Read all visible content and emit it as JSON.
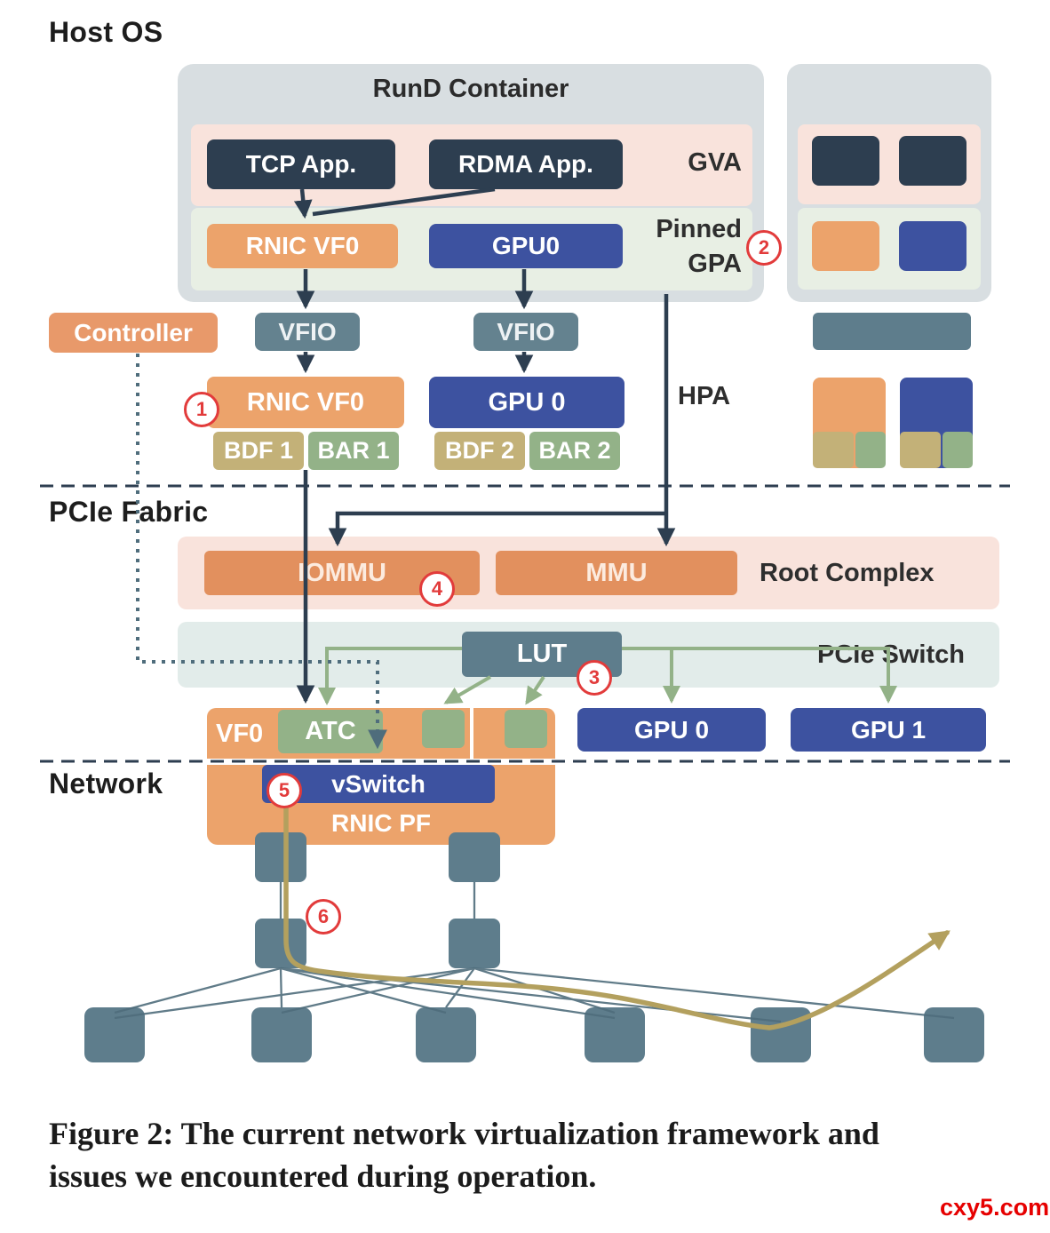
{
  "sections": {
    "host_os": "Host OS",
    "pcie_fabric": "PCIe Fabric",
    "network": "Network"
  },
  "rund": {
    "title": "RunD Container",
    "tcp_app": "TCP App.",
    "rdma_app": "RDMA App.",
    "gva_label": "GVA",
    "rnic_vf0": "RNIC VF0",
    "gpu0": "GPU0",
    "pinned_label": "Pinned",
    "gpa_label": "GPA"
  },
  "host": {
    "controller": "Controller",
    "vfio_left": "VFIO",
    "vfio_right": "VFIO",
    "rnic_vf0": "RNIC VF0",
    "gpu0": "GPU 0",
    "bdf1": "BDF 1",
    "bar1": "BAR 1",
    "bdf2": "BDF 2",
    "bar2": "BAR 2",
    "hpa_label": "HPA"
  },
  "pcie": {
    "iommu": "IOMMU",
    "mmu": "MMU",
    "root_complex_label": "Root Complex",
    "lut": "LUT",
    "pcie_switch_label": "PCIe Switch",
    "vf0": "VF0",
    "atc": "ATC",
    "gpu0": "GPU 0",
    "gpu1": "GPU 1"
  },
  "net": {
    "vswitch": "vSwitch",
    "rnic_pf": "RNIC PF"
  },
  "badges": {
    "n1": "1",
    "n2": "2",
    "n3": "3",
    "n4": "4",
    "n5": "5",
    "n6": "6"
  },
  "caption": {
    "line1": "Figure 2: The current network virtualization framework and",
    "line2": "issues we encountered during operation."
  },
  "watermark": "cxy5.com",
  "colors": {
    "dark_navy": "#2d3e50",
    "orange": "#eca36b",
    "orange_deep": "#e2905e",
    "blue": "#3d52a0",
    "slate": "#5e7d8c",
    "khaki": "#c3b178",
    "sage": "#93b288",
    "pink_band": "#f9e3dc",
    "green_band": "#e8efe4",
    "teal_band": "#e2ecea",
    "panel_gray": "#d8dee1",
    "badge_red": "#e23b3b",
    "gold": "#b3a05e",
    "net_line": "#4f6d7c"
  }
}
